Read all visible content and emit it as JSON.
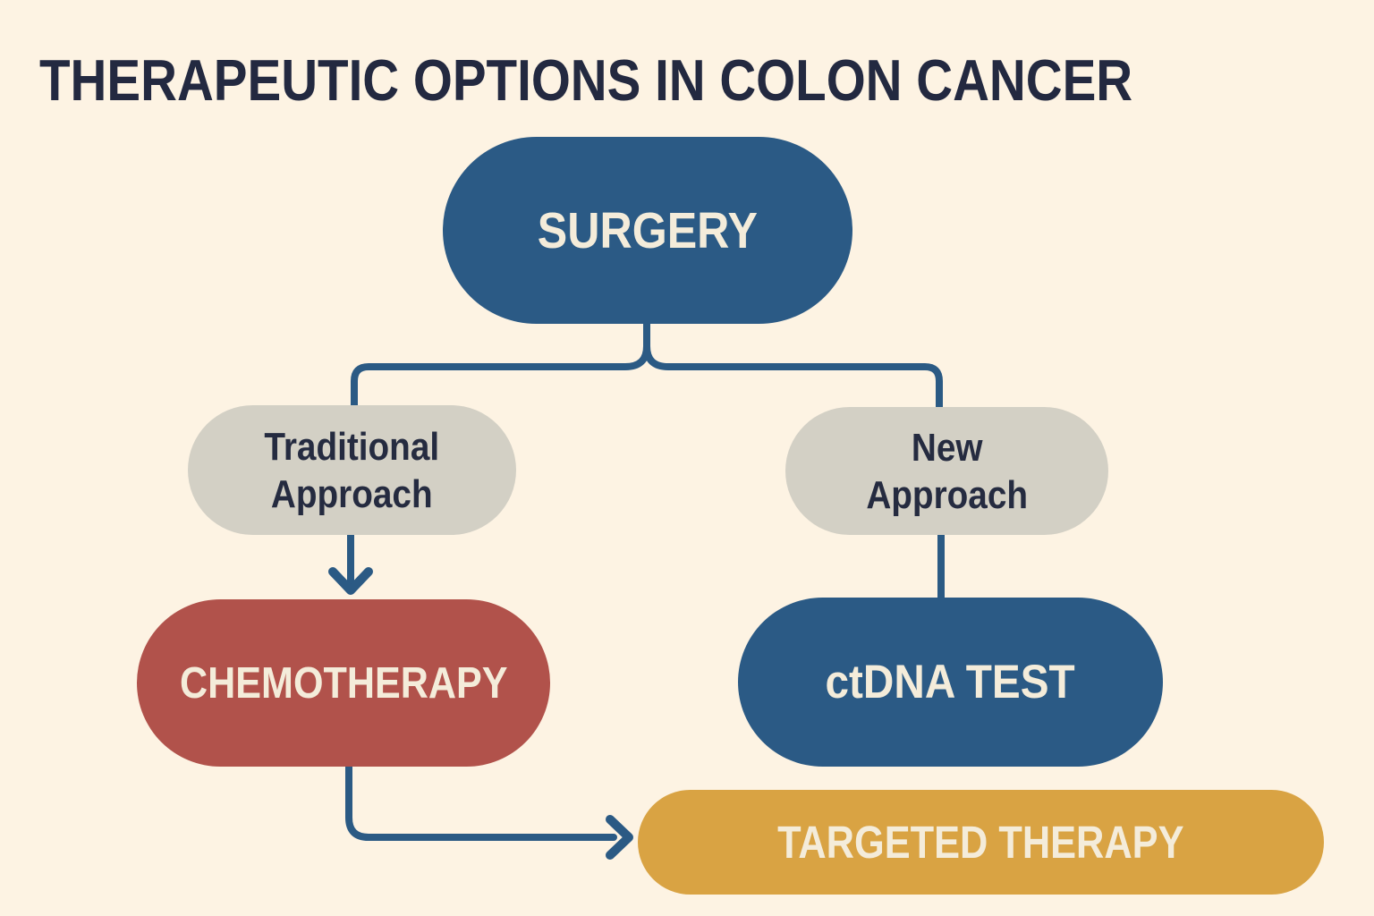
{
  "title": {
    "text": "THERAPEUTIC OPTIONS IN COLON CANCER"
  },
  "colors": {
    "background": "#fdf3e3",
    "title_text": "#232940",
    "primary_blue": "#2b5a85",
    "neutral_gray": "#d3d0c5",
    "accent_red": "#b1524b",
    "accent_gold": "#d9a343",
    "light_text": "#f4ecda",
    "dark_text": "#252b40",
    "connector": "#2b5a84"
  },
  "diagram": {
    "nodes": {
      "surgery": {
        "label": "SURGERY"
      },
      "traditional_approach": {
        "line1": "Traditional",
        "line2": "Approach"
      },
      "new_approach": {
        "line1": "New",
        "line2": "Approach"
      },
      "chemotherapy": {
        "label": "CHEMOTHERAPY"
      },
      "ctdna_test": {
        "label": "ctDNA TEST"
      },
      "targeted_therapy": {
        "label": "TARGETED THERAPY"
      }
    },
    "edges": [
      {
        "from": "surgery",
        "to": "traditional_approach",
        "style": "elbow-line"
      },
      {
        "from": "surgery",
        "to": "new_approach",
        "style": "elbow-line"
      },
      {
        "from": "traditional_approach",
        "to": "chemotherapy",
        "style": "arrow-down"
      },
      {
        "from": "new_approach",
        "to": "ctdna_test",
        "style": "straight-line"
      },
      {
        "from": "chemotherapy",
        "to": "targeted_therapy",
        "style": "elbow-arrow-right"
      }
    ]
  }
}
